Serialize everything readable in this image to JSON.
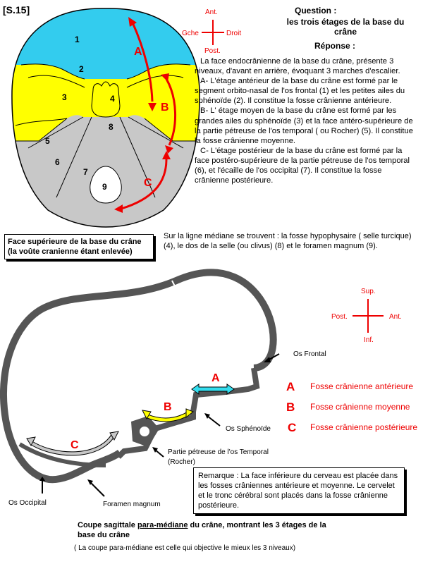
{
  "slide_code": "[S.15]",
  "orientation_top": {
    "ant": "Ant.",
    "post": "Post.",
    "gche": "Gche",
    "droit": "Droit"
  },
  "orientation_bottom": {
    "sup": "Sup.",
    "inf": "Inf.",
    "post": "Post.",
    "ant": "Ant."
  },
  "question": {
    "label": "Question :",
    "text": "les trois étages de la base du crâne"
  },
  "answer": {
    "label": "Réponse :",
    "paragraphs": [
      "La face endocrânienne de la base du crâne, présente 3 niveaux, d'avant en arrière, évoquant 3 marches d'escalier.",
      "A- L'étage antérieur de la base du crâne est formé par le segment orbito-nasal de l'os frontal (1) et les petites ailes du sphénoïde (2). Il constitue la fosse crânienne antérieure.",
      "B- L' étage moyen de la base du crâne est formé par les grandes ailes du sphénoïde (3) et la face antéro-supérieure de la partie pétreuse de l'os temporal ( ou Rocher) (5). Il constitue la fosse crânienne moyenne.",
      "C- L'étage postérieur de la base du crâne est formé par la face postéro-supérieure de la partie pétreuse de l'os temporal (6), et l'écaille de l'os occipital (7). Il constitue la fosse crânienne postérieure."
    ]
  },
  "caption_top": "Face supérieure de la base du crâne (la voûte cranienne étant enlevée)",
  "midline_text": "Sur la ligne médiane se trouvent : la fosse hypophysaire ( selle turcique) (4), le dos de la selle (ou clivus) (8) et le foramen magnum (9).",
  "regions": [
    "1",
    "2",
    "3",
    "4",
    "5",
    "6",
    "7",
    "8",
    "9"
  ],
  "arrow_letters": [
    "A",
    "B",
    "C"
  ],
  "sagittal_labels": {
    "frontal": "Os Frontal",
    "sphenoid": "Os Sphénoïde",
    "petrous_1": "Partie pétreuse de l'os Temporal",
    "petrous_2": "(Rocher)",
    "occipital": "Os Occipital",
    "foramen": "Foramen magnum"
  },
  "legend": [
    {
      "letter": "A",
      "text": "Fosse crânienne antérieure"
    },
    {
      "letter": "B",
      "text": "Fosse crânienne moyenne"
    },
    {
      "letter": "C",
      "text": "Fosse crânienne postérieure"
    }
  ],
  "remark": "Remarque : La face inférieure du cerveau est placée dans les fosses crâniennes antérieure et moyenne. Le cervelet et le tronc cérébral sont placés dans la fosse crânienne postérieure.",
  "bottom_caption": {
    "pre": "Coupe sagittale ",
    "underlined": "para-médiane",
    "post": " du crâne, montrant les 3 étages de la base du crâne"
  },
  "bottom_note": "( La coupe para-médiane est celle qui objective le mieux les 3 niveaux)",
  "colors": {
    "cyan": "#33ccee",
    "yellow": "#ffff00",
    "grey": "#c8c8c8",
    "dark_grey": "#666666",
    "red": "#ee0000"
  }
}
